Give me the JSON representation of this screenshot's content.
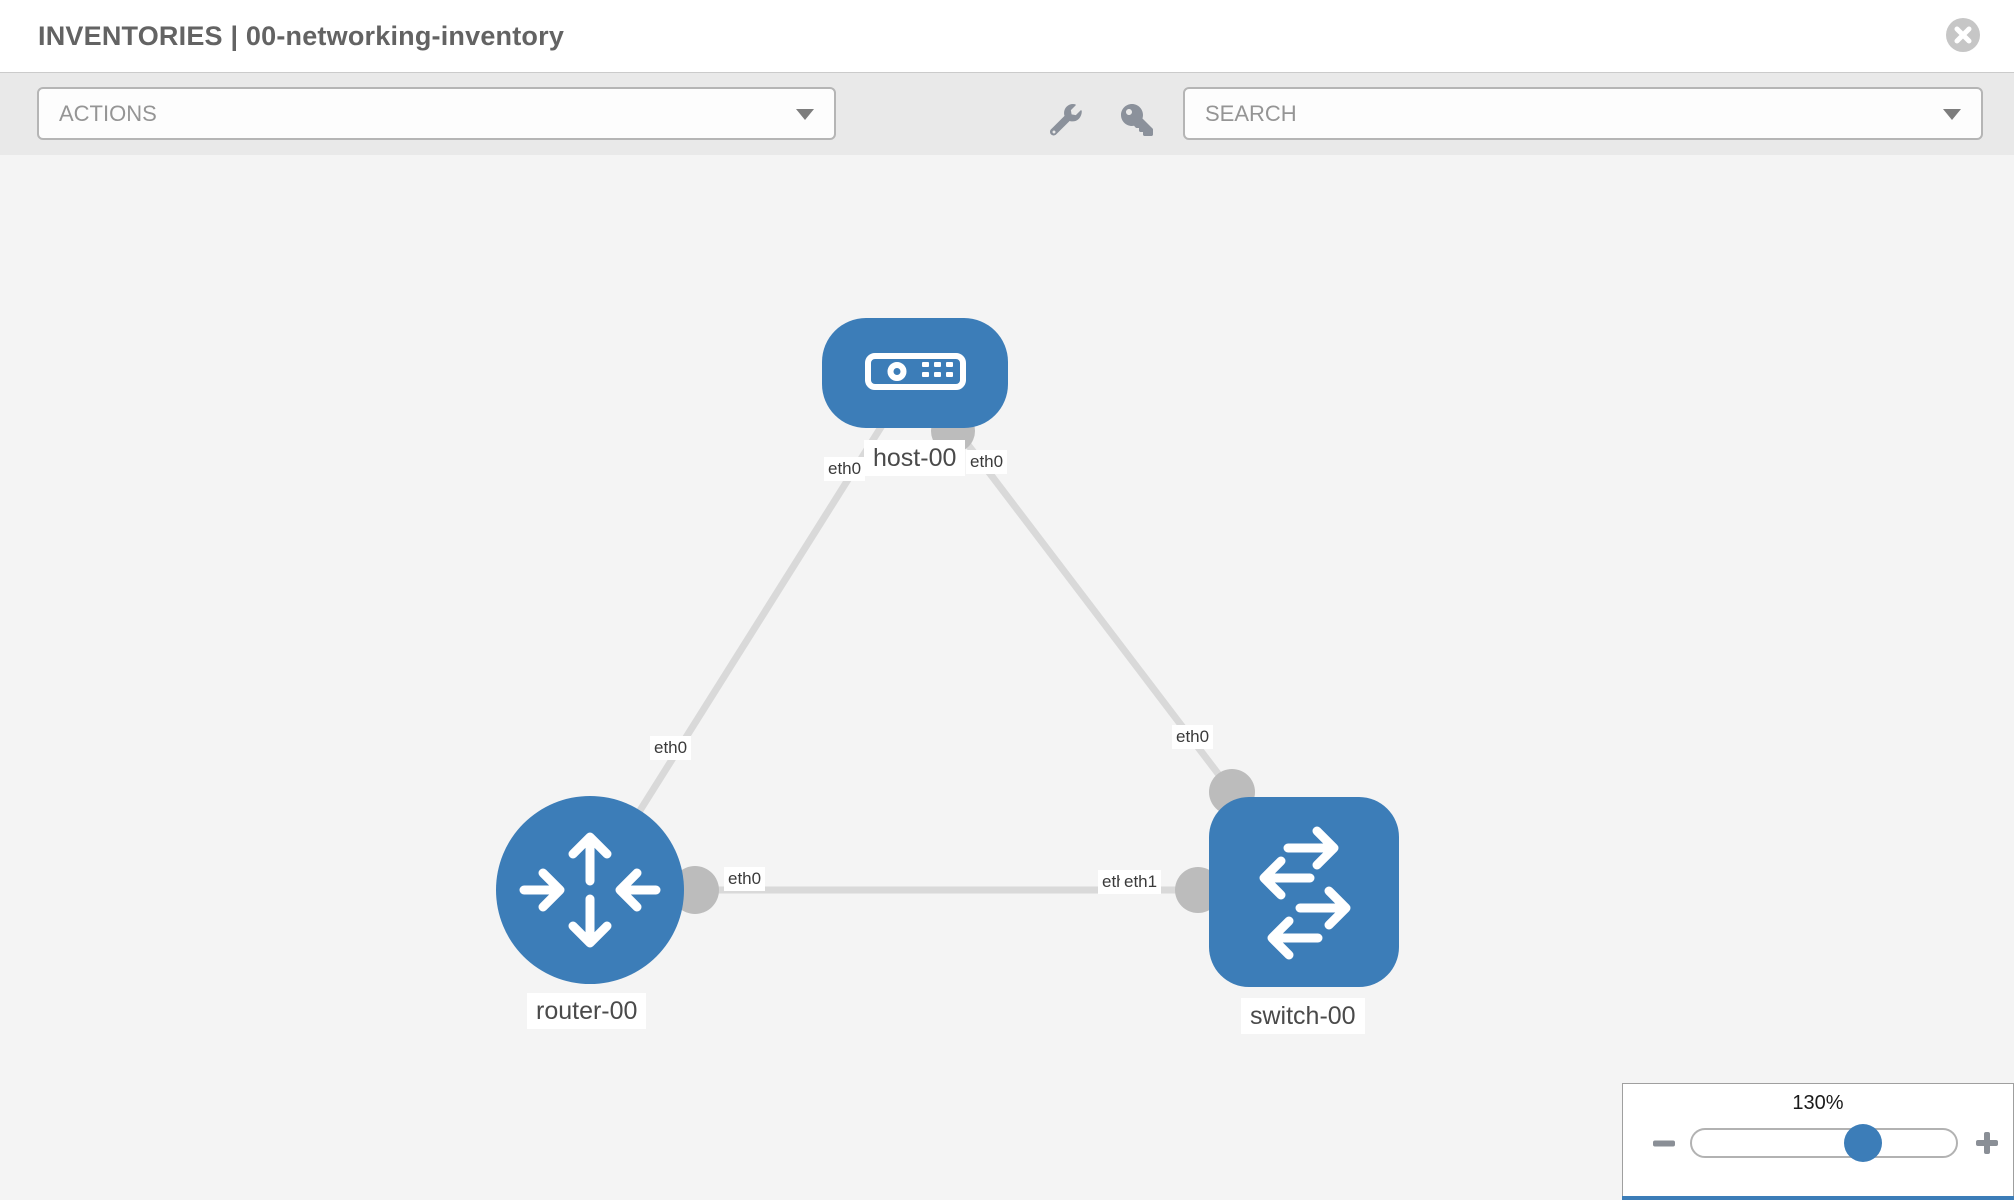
{
  "header": {
    "title": "INVENTORIES | 00-networking-inventory"
  },
  "toolbar": {
    "actions_label": "ACTIONS",
    "search_label": "SEARCH"
  },
  "topology": {
    "nodes": {
      "host": {
        "label": "host-00",
        "type": "host",
        "icon": "server-icon",
        "shape": "rounded-rect",
        "color": "#3c7db8"
      },
      "router": {
        "label": "router-00",
        "type": "router",
        "icon": "router-arrows-icon",
        "shape": "circle",
        "color": "#3c7db8"
      },
      "switch": {
        "label": "switch-00",
        "type": "switch",
        "icon": "switch-arrows-icon",
        "shape": "rounded-square",
        "color": "#3c7db8"
      }
    },
    "ports": {
      "host_to_router": "eth0",
      "host_to_switch": "eth0",
      "router_to_host": "eth0",
      "router_to_switch": "eth0",
      "switch_to_host": "eth0",
      "switch_to_router": "eth1",
      "switch_to_router_overlay": "eth1"
    },
    "links": [
      {
        "from": "host-00",
        "to": "router-00"
      },
      {
        "from": "host-00",
        "to": "switch-00"
      },
      {
        "from": "router-00",
        "to": "switch-00"
      }
    ]
  },
  "zoom_control": {
    "value": "130%",
    "percent": 130
  },
  "colors": {
    "node_blue": "#3c7db8",
    "link_gray": "#d9d9d9",
    "connector_gray": "#bcbcbc",
    "canvas_bg": "#f4f4f4",
    "toolbar_bg": "#e9e9e9"
  }
}
